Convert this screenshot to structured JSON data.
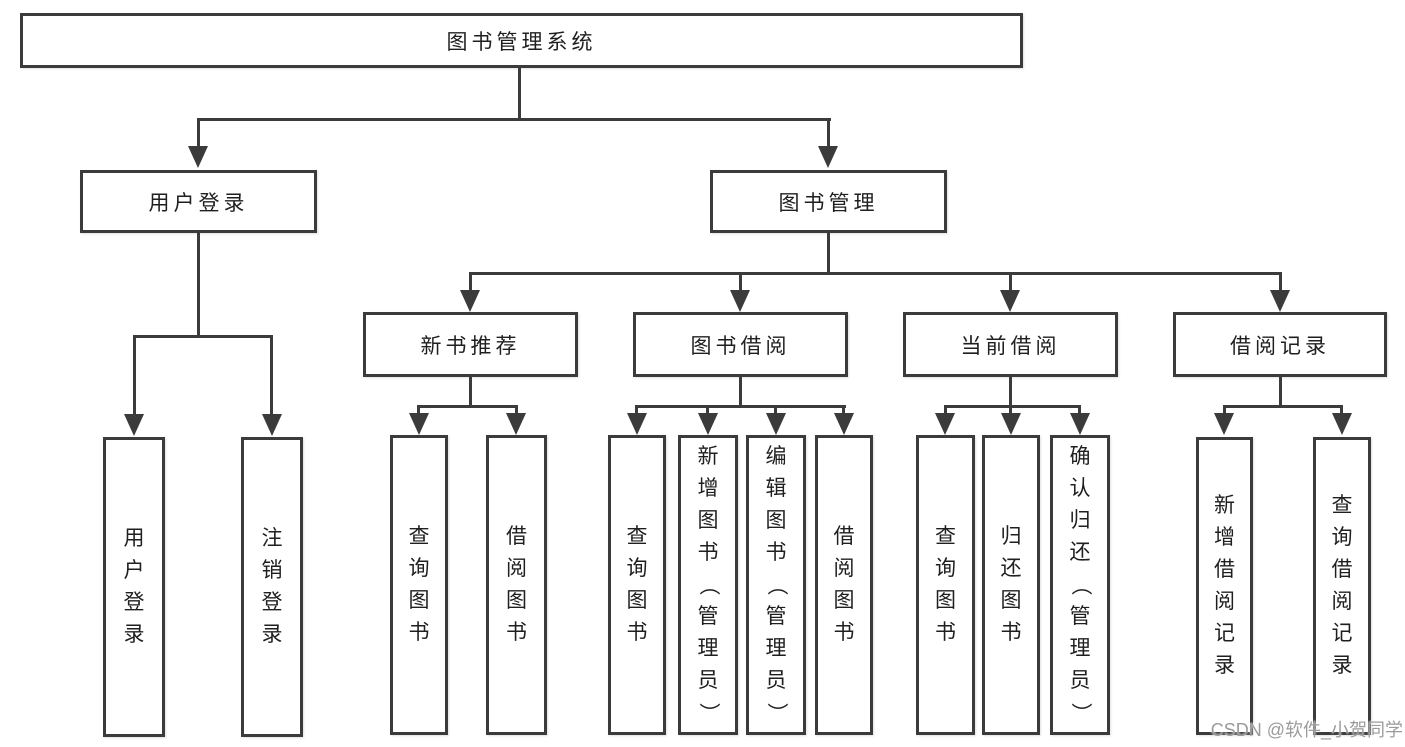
{
  "diagram_type": "hierarchy-tree",
  "tree": {
    "label": "图书管理系统",
    "children": [
      {
        "label": "用户登录",
        "children": [
          {
            "label": "用户登录"
          },
          {
            "label": "注销登录"
          }
        ]
      },
      {
        "label": "图书管理",
        "children": [
          {
            "label": "新书推荐",
            "children": [
              {
                "label": "查询图书"
              },
              {
                "label": "借阅图书"
              }
            ]
          },
          {
            "label": "图书借阅",
            "children": [
              {
                "label": "查询图书"
              },
              {
                "label": "新增图书（管理员）"
              },
              {
                "label": "编辑图书（管理员）"
              },
              {
                "label": "借阅图书"
              }
            ]
          },
          {
            "label": "当前借阅",
            "children": [
              {
                "label": "查询图书"
              },
              {
                "label": "归还图书"
              },
              {
                "label": "确认归还（管理员）"
              }
            ]
          },
          {
            "label": "借阅记录",
            "children": [
              {
                "label": "新增借阅记录"
              },
              {
                "label": "查询借阅记录"
              }
            ]
          }
        ]
      }
    ]
  },
  "watermark": {
    "text": "CSDN @软件_小贺同学"
  },
  "colors": {
    "line": "#3b3b3b",
    "text": "#1f1f1f",
    "watermark": "#9b9b9b",
    "background": "#ffffff"
  }
}
